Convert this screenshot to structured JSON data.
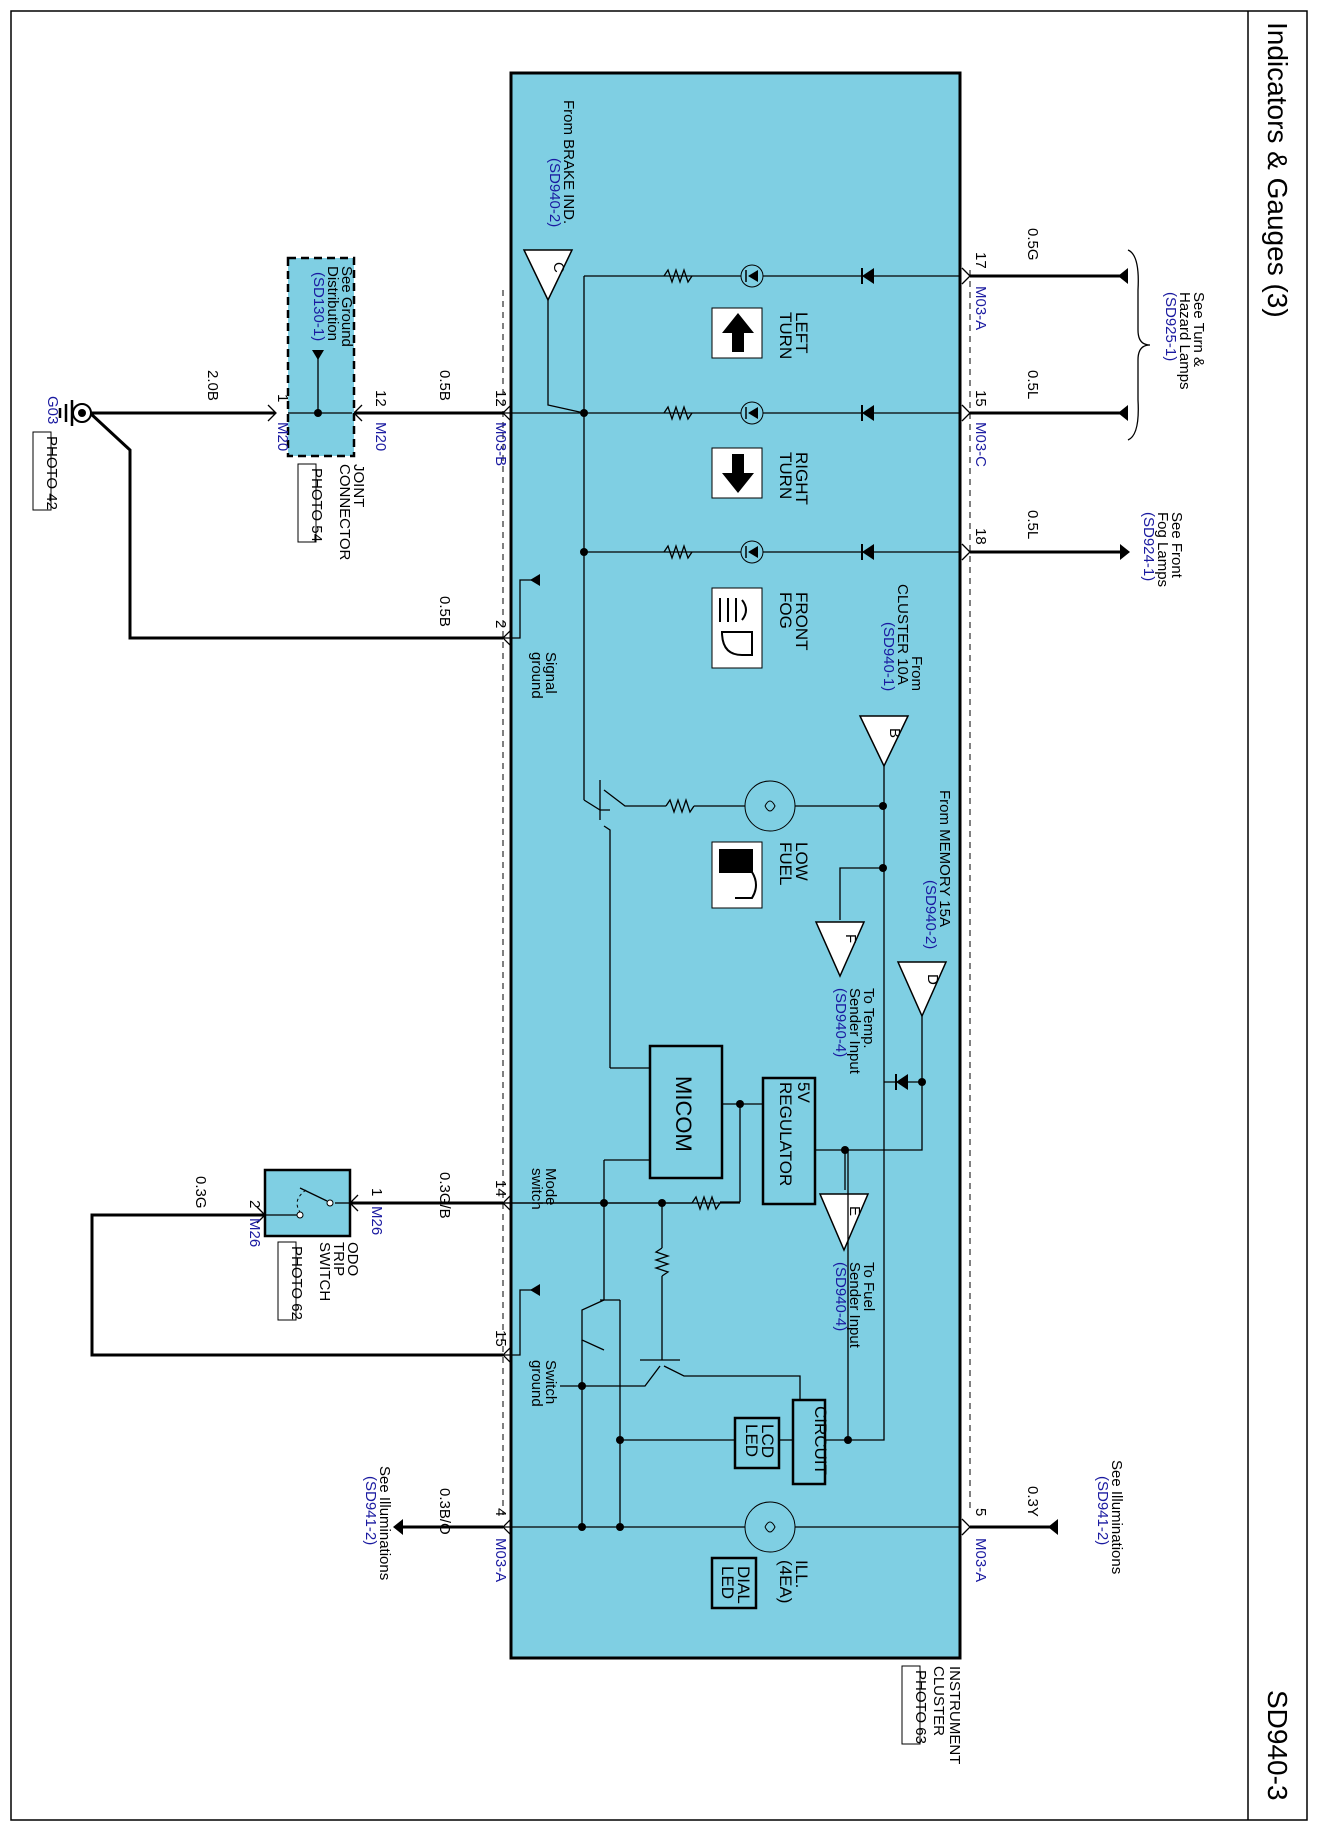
{
  "title": "Indicators & Gauges  (3)",
  "code": "SD940-3",
  "module": {
    "name_line1": "INSTRUMENT",
    "name_line2": "CLUSTER",
    "photo": "PHOTO 63",
    "color": "#7fcfe3"
  },
  "indicators": {
    "left_turn": [
      "LEFT",
      "TURN"
    ],
    "right_turn": [
      "RIGHT",
      "TURN"
    ],
    "front_fog": [
      "FRONT",
      "FOG"
    ],
    "low_fuel": [
      "LOW",
      "FUEL"
    ],
    "ill": [
      "ILL.",
      "(4EA)"
    ],
    "dial_led": [
      "DIAL",
      "LED"
    ],
    "lcd_led": [
      "LCD",
      "LED"
    ],
    "circuit": "CIRCUIT",
    "micom": "MICOM",
    "regulator": [
      "5V",
      "REGULATOR"
    ]
  },
  "offpage": {
    "C": {
      "letter": "C",
      "text": "From BRAKE IND.",
      "ref": "(SD940-2)"
    },
    "B": {
      "letter": "B",
      "line1": "From",
      "line2": "CLUSTER 10A",
      "ref": "(SD940-1)"
    },
    "D": {
      "letter": "D",
      "text": "From MEMORY 15A",
      "ref": "(SD940-2)"
    },
    "F": {
      "letter": "F",
      "line1": "To Temp.",
      "line2": "Sender Input",
      "ref": "(SD940-4)"
    },
    "E": {
      "letter": "E",
      "line1": "To Fuel",
      "line2": "Sender Input",
      "ref": "(SD940-4)"
    }
  },
  "right_refs": {
    "turn": {
      "line1": "See Turn &",
      "line2": "Hazard Lamps",
      "ref": "(SD925-1)"
    },
    "fog": {
      "line1": "See Front",
      "line2": "Fog Lamps",
      "ref": "(SD924-1)"
    },
    "illum": {
      "line1": "See Illuminations",
      "ref": "(SD941-2)"
    }
  },
  "left_refs": {
    "illum": {
      "line1": "See Illuminations",
      "ref": "(SD941-2)"
    },
    "ground": {
      "line1": "See Ground",
      "line2": "Distribution",
      "ref": "(SD130-1)"
    }
  },
  "right_pins": [
    {
      "pin": "17",
      "wire": "0.5G",
      "connector": "M03-A"
    },
    {
      "pin": "15",
      "wire": "0.5L",
      "connector": "M03-C"
    },
    {
      "pin": "18",
      "wire": "0.5L",
      "connector": ""
    },
    {
      "pin": "5",
      "wire": "0.3Y",
      "connector": "M03-A"
    }
  ],
  "left_pins": [
    {
      "pin": "12",
      "wire": "0.5B",
      "connector": "M03-B"
    },
    {
      "pin": "2",
      "wire": "0.5B",
      "connector": "",
      "label": [
        "Signal",
        "ground"
      ]
    },
    {
      "pin": "14",
      "wire": "0.3G/B",
      "connector": "",
      "label": [
        "Mode",
        "switch"
      ]
    },
    {
      "pin": "15",
      "wire": "",
      "connector": "",
      "label": [
        "Switch",
        "ground"
      ]
    },
    {
      "pin": "4",
      "wire": "0.3B/O",
      "connector": "M03-A"
    }
  ],
  "joint": {
    "pin_in": "12",
    "conn_in": "M20",
    "pin_out": "1",
    "conn_out": "M20",
    "wire_out": "2.0B",
    "line1": "JOINT",
    "line2": "CONNECTOR",
    "photo": "PHOTO 54"
  },
  "ground": {
    "name": "G03",
    "photo": "PHOTO 42"
  },
  "odo": {
    "pin1": "1",
    "conn1": "M26",
    "pin2": "2",
    "conn2": "M26",
    "wire2": "0.3G",
    "line1": "ODO",
    "line2": "TRIP",
    "line3": "SWITCH",
    "photo": "PHOTO 62"
  }
}
